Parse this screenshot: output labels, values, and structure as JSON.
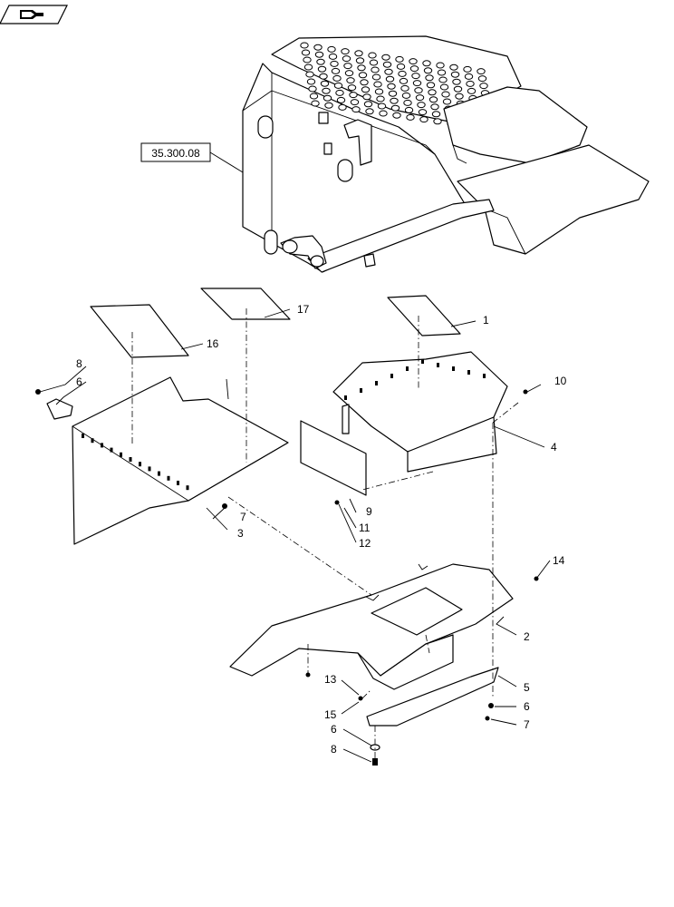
{
  "reference_box": {
    "text": "35.300.08"
  },
  "nav_icon": {
    "name": "book-arrow-icon"
  },
  "callouts": [
    {
      "id": "c1",
      "text": "1"
    },
    {
      "id": "c2",
      "text": "2"
    },
    {
      "id": "c3",
      "text": "3"
    },
    {
      "id": "c4",
      "text": "4"
    },
    {
      "id": "c5",
      "text": "5"
    },
    {
      "id": "c6a",
      "text": "6"
    },
    {
      "id": "c6b",
      "text": "6"
    },
    {
      "id": "c6c",
      "text": "6"
    },
    {
      "id": "c7a",
      "text": "7"
    },
    {
      "id": "c7b",
      "text": "7"
    },
    {
      "id": "c8a",
      "text": "8"
    },
    {
      "id": "c8b",
      "text": "8"
    },
    {
      "id": "c9",
      "text": "9"
    },
    {
      "id": "c10",
      "text": "10"
    },
    {
      "id": "c11",
      "text": "11"
    },
    {
      "id": "c12",
      "text": "12"
    },
    {
      "id": "c13",
      "text": "13"
    },
    {
      "id": "c14",
      "text": "14"
    },
    {
      "id": "c15",
      "text": "15"
    },
    {
      "id": "c16",
      "text": "16"
    },
    {
      "id": "c17",
      "text": "17"
    }
  ]
}
